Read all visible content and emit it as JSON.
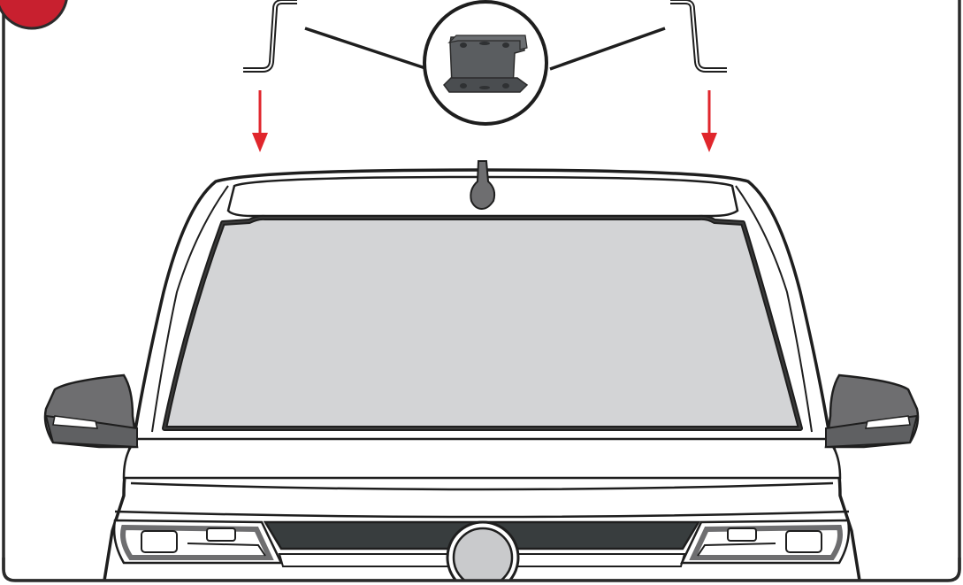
{
  "diagram": {
    "step_badge": {
      "label": "",
      "color": "#c8202f"
    },
    "frame_color": "#2b2b2b",
    "arrow_color": "#e0262c",
    "glass_color": "#d3d4d6",
    "trim_color": "#6e6e70",
    "grille_color": "#383d3e",
    "parts": {
      "left_bracket": "mounting-bracket-side-view",
      "right_bracket": "mounting-bracket-side-view",
      "callout": "mounting-bracket-photo",
      "vehicle": "vehicle-front-view"
    }
  }
}
